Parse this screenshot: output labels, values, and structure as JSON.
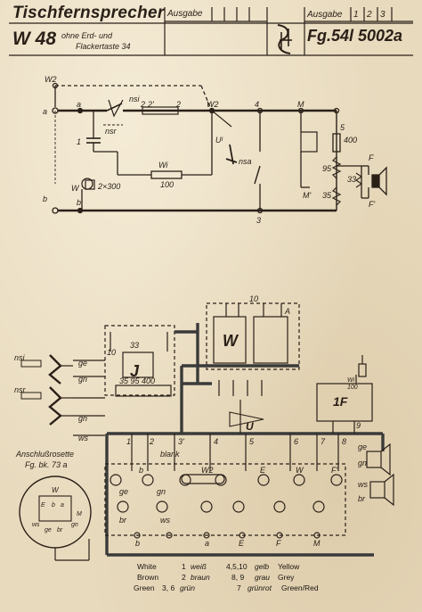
{
  "header": {
    "title": "Tischfernsprecher",
    "model": "W 48",
    "subtitle_line1": "ohne Erd- und",
    "subtitle_line2": "Flackertaste 34",
    "ausgabe_left": "Ausgabe",
    "ausgabe_right": "Ausgabe",
    "editions": [
      "1",
      "2",
      "3"
    ],
    "drawing_number": "Fg.54l 5002a"
  },
  "colors": {
    "paper": "#e8dabd",
    "ink": "#2a2018",
    "bus": "#3a3a3a"
  },
  "labels": {
    "w2_top": "W2",
    "a_left": "a",
    "a2": "a",
    "nsi": "nsi",
    "nsr": "nsr",
    "n2": "2",
    "n2p": "2'",
    "n2b": "2",
    "w2_mid": "W2",
    "n4": "4",
    "M": "M",
    "n5": "5",
    "r400": "400",
    "n1": "1",
    "Ul": "Uᴵ",
    "Wi": "Wi",
    "r100": "100",
    "nsa": "nsa",
    "r95": "95",
    "r33": "33",
    "r35": "35",
    "F": "F",
    "Fp": "F'",
    "Mp": "M'",
    "W_top": "W",
    "r2x300": "2×300",
    "b_left": "b",
    "b2": "b",
    "n3": "3",
    "n10": "10",
    "W_box": "W",
    "A": "A",
    "J": "J",
    "n33": "33",
    "r35_95_400": "35 95 400",
    "n10b": "10",
    "U": "U",
    "lF": "1F",
    "Wi_r": "Wi",
    "r100b": "100",
    "nsi_l": "nsi",
    "nsr_l": "nsr",
    "ge": "ge",
    "gn": "gn",
    "ws": "ws",
    "gn2": "gn",
    "anschluss1": "Anschlußrosette",
    "anschluss2": "Fg. bk. 73 a",
    "t1": "1",
    "t2": "2",
    "t3": "3'",
    "t4": "4",
    "t5": "5",
    "t6": "6",
    "t7": "7",
    "t8": "8",
    "t9": "9",
    "blank": "blank",
    "row_b": "b",
    "row_w2": "W2",
    "row_E": "E",
    "row_W": "W",
    "row_ge": "ge",
    "row_br": "br",
    "row_ws": "ws",
    "row_gn": "gn",
    "row_b2": "b",
    "row_a": "a",
    "row_E2": "E",
    "row_F": "F",
    "row_M": "M",
    "row_Fp": "F'",
    "ge_r": "ge",
    "gn_r": "gn",
    "ws_r": "ws",
    "br_r": "br",
    "rs_W": "W",
    "rs_E": "E",
    "rs_b": "b",
    "rs_a": "a",
    "rs_M": "M",
    "rs_ws": "ws",
    "rs_ge": "ge",
    "rs_br": "br",
    "rs_gn": "gn"
  },
  "legend": {
    "rows": [
      {
        "en_left": "White",
        "num_left": "1",
        "de_left": "weiß",
        "num_right": "4,5,10",
        "de_right": "gelb",
        "en_right": "Yellow"
      },
      {
        "en_left": "Brown",
        "num_left": "2",
        "de_left": "braun",
        "num_right": "8, 9",
        "de_right": "grau",
        "en_right": "Grey"
      },
      {
        "en_left": "Green",
        "num_left": "3, 6",
        "de_left": "grün",
        "num_right": "7",
        "de_right": "grünrot",
        "en_right": "Green/Red"
      }
    ]
  }
}
